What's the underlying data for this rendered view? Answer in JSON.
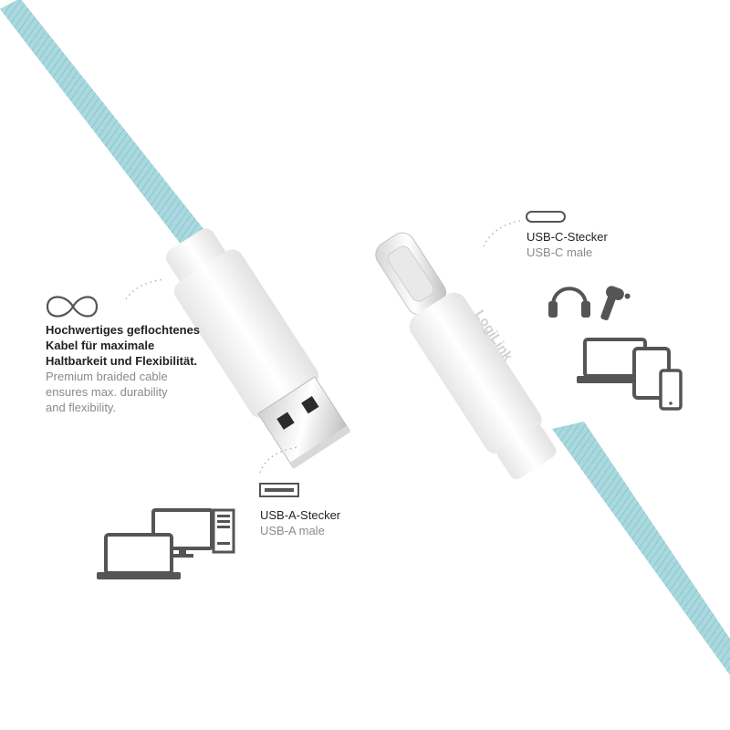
{
  "braid_feature": {
    "de_lines": [
      "Hochwertiges geflochtenes",
      "Kabel für maximale",
      "Haltbarkeit und Flexibilität."
    ],
    "en_lines": [
      "Premium braided cable",
      "ensures max. durability",
      "and flexibility."
    ]
  },
  "usb_c": {
    "de": "USB-C-Stecker",
    "en": "USB-C male"
  },
  "usb_a": {
    "de": "USB-A-Stecker",
    "en": "USB-A male"
  },
  "brand": {
    "logo_text": "LogiLink"
  },
  "colors": {
    "cable": "#a8d8de",
    "plug": "#f4f4f4",
    "icon": "#555555"
  },
  "icons": [
    "infinity-icon",
    "usb-c-port-icon",
    "usb-a-port-icon",
    "headphones-icon",
    "earbud-icon",
    "laptop-icon",
    "tablet-icon",
    "smartphone-icon",
    "desktop-monitor-icon",
    "pc-tower-icon"
  ]
}
